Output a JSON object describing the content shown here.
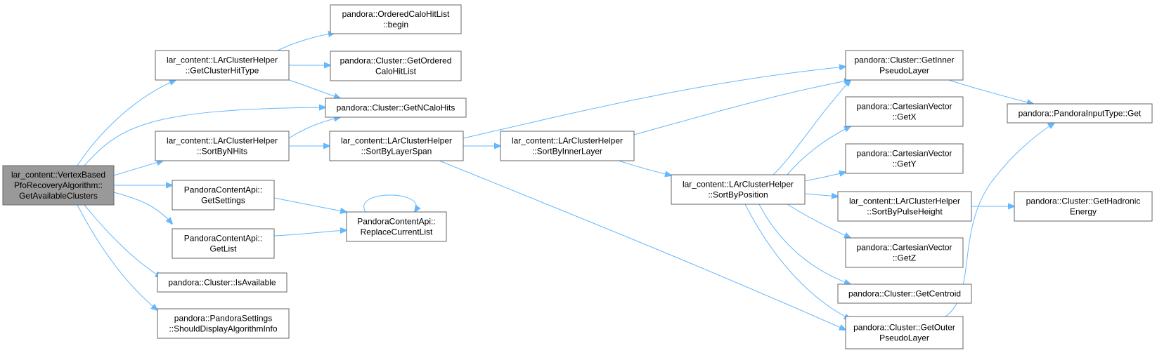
{
  "diagram": {
    "edge_color": "#63b8ff",
    "node_border_color": "#666666",
    "root_fill": "#999999",
    "nodes": {
      "root": {
        "lines": [
          "lar_content::VertexBased",
          "PfoRecoveryAlgorithm::",
          "GetAvailableClusters"
        ]
      },
      "getClusterHitType": {
        "lines": [
          "lar_content::LArClusterHelper",
          "::GetClusterHitType"
        ]
      },
      "sortByNHits": {
        "lines": [
          "lar_content::LArClusterHelper",
          "::SortByNHits"
        ]
      },
      "getSettings": {
        "lines": [
          "PandoraContentApi::",
          "GetSettings"
        ]
      },
      "getList": {
        "lines": [
          "PandoraContentApi::",
          "GetList"
        ]
      },
      "isAvailable": {
        "lines": [
          "pandora::Cluster::IsAvailable"
        ]
      },
      "shouldDisplay": {
        "lines": [
          "pandora::PandoraSettings",
          "::ShouldDisplayAlgorithmInfo"
        ]
      },
      "orderedBegin": {
        "lines": [
          "pandora::OrderedCaloHitList",
          "::begin"
        ]
      },
      "getOrdered": {
        "lines": [
          "pandora::Cluster::GetOrdered",
          "CaloHitList"
        ]
      },
      "getNCaloHits": {
        "lines": [
          "pandora::Cluster::GetNCaloHits"
        ]
      },
      "sortByLayerSpan": {
        "lines": [
          "lar_content::LArClusterHelper",
          "::SortByLayerSpan"
        ]
      },
      "replaceCurrentList": {
        "lines": [
          "PandoraContentApi::",
          "ReplaceCurrentList"
        ]
      },
      "sortByInnerLayer": {
        "lines": [
          "lar_content::LArClusterHelper",
          "::SortByInnerLayer"
        ]
      },
      "sortByPosition": {
        "lines": [
          "lar_content::LArClusterHelper",
          "::SortByPosition"
        ]
      },
      "getInnerPseudoLayer": {
        "lines": [
          "pandora::Cluster::GetInner",
          "PseudoLayer"
        ]
      },
      "getX": {
        "lines": [
          "pandora::CartesianVector",
          "::GetX"
        ]
      },
      "getY": {
        "lines": [
          "pandora::CartesianVector",
          "::GetY"
        ]
      },
      "sortByPulseHeight": {
        "lines": [
          "lar_content::LArClusterHelper",
          "::SortByPulseHeight"
        ]
      },
      "getZ": {
        "lines": [
          "pandora::CartesianVector",
          "::GetZ"
        ]
      },
      "getCentroid": {
        "lines": [
          "pandora::Cluster::GetCentroid"
        ]
      },
      "getOuterPseudoLayer": {
        "lines": [
          "pandora::Cluster::GetOuter",
          "PseudoLayer"
        ]
      },
      "pandoraInputTypeGet": {
        "lines": [
          "pandora::PandoraInputType::Get"
        ]
      },
      "getHadronicEnergy": {
        "lines": [
          "pandora::Cluster::GetHadronic",
          "Energy"
        ]
      }
    },
    "edges": [
      [
        "root",
        "getClusterHitType"
      ],
      [
        "root",
        "getNCaloHits"
      ],
      [
        "root",
        "sortByNHits"
      ],
      [
        "root",
        "getSettings"
      ],
      [
        "root",
        "getList"
      ],
      [
        "root",
        "isAvailable"
      ],
      [
        "root",
        "shouldDisplay"
      ],
      [
        "getClusterHitType",
        "orderedBegin"
      ],
      [
        "getClusterHitType",
        "getOrdered"
      ],
      [
        "getClusterHitType",
        "getNCaloHits"
      ],
      [
        "sortByNHits",
        "getNCaloHits"
      ],
      [
        "sortByNHits",
        "sortByLayerSpan"
      ],
      [
        "getSettings",
        "replaceCurrentList"
      ],
      [
        "getList",
        "replaceCurrentList"
      ],
      [
        "replaceCurrentList",
        "replaceCurrentList"
      ],
      [
        "sortByLayerSpan",
        "getInnerPseudoLayer"
      ],
      [
        "sortByLayerSpan",
        "sortByInnerLayer"
      ],
      [
        "sortByLayerSpan",
        "getOuterPseudoLayer"
      ],
      [
        "sortByInnerLayer",
        "getInnerPseudoLayer"
      ],
      [
        "sortByInnerLayer",
        "sortByPosition"
      ],
      [
        "sortByPosition",
        "getInnerPseudoLayer"
      ],
      [
        "sortByPosition",
        "getX"
      ],
      [
        "sortByPosition",
        "getY"
      ],
      [
        "sortByPosition",
        "sortByPulseHeight"
      ],
      [
        "sortByPosition",
        "getZ"
      ],
      [
        "sortByPosition",
        "getCentroid"
      ],
      [
        "sortByPosition",
        "getOuterPseudoLayer"
      ],
      [
        "getInnerPseudoLayer",
        "pandoraInputTypeGet"
      ],
      [
        "getOuterPseudoLayer",
        "pandoraInputTypeGet"
      ],
      [
        "sortByPulseHeight",
        "getHadronicEnergy"
      ]
    ]
  }
}
